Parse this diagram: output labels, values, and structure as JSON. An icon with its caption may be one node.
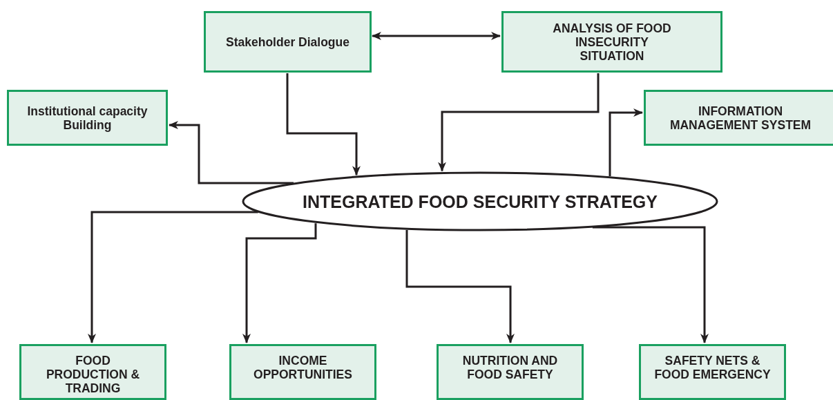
{
  "diagram": {
    "nodes": [
      {
        "text": [
          "Stakeholder Dialogue"
        ]
      },
      {
        "text": [
          "ANALYSIS OF FOOD INSECURITY SITUATION"
        ]
      },
      {
        "text": [
          "Institutional capacity Building"
        ]
      },
      {
        "text": [
          "INFORMATION MANAGEMENT SYSTEM"
        ]
      },
      {
        "text": [
          "INTEGRATED FOOD SECURITY STRATEGY"
        ]
      },
      {
        "text": [
          "FOOD PRODUCTION & TRADING"
        ]
      },
      {
        "text": [
          "INCOME OPPORTUNITIES"
        ]
      },
      {
        "text": [
          "NUTRITION AND FOOD SAFETY"
        ]
      },
      {
        "text": [
          "SAFETY NETS & FOOD EMERGENCY"
        ]
      }
    ],
    "edges": [
      {
        "from": 0,
        "to": 1,
        "arrow": "both"
      },
      {
        "from": 0,
        "to": 4,
        "arrow": "to"
      },
      {
        "from": 1,
        "to": 4,
        "arrow": "to"
      },
      {
        "from": 4,
        "to": 2,
        "arrow": "to"
      },
      {
        "from": 4,
        "to": 3,
        "arrow": "to"
      },
      {
        "from": 4,
        "to": 5,
        "arrow": "to"
      },
      {
        "from": 4,
        "to": 6,
        "arrow": "to"
      },
      {
        "from": 4,
        "to": 7,
        "arrow": "to"
      },
      {
        "from": 4,
        "to": 8,
        "arrow": "to"
      }
    ]
  }
}
